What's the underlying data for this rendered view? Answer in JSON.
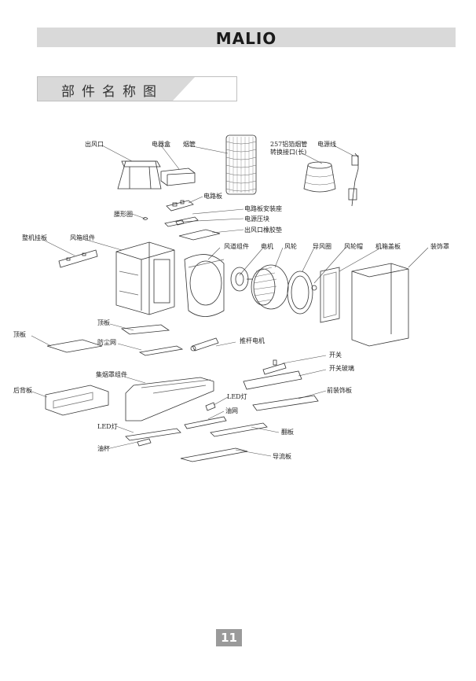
{
  "header": {
    "brand": "MALIO"
  },
  "section": {
    "title": "部件名称图"
  },
  "parts": {
    "air_outlet": "出风口",
    "electrical_box": "电器盒",
    "chimney": "烟管",
    "aluminum_duct": "257铝箔烟管",
    "adapter": "转换接口(长)",
    "power_cord": "电源线",
    "circuit_board": "电路板",
    "board_mount": "电路板安装座",
    "power_clamp": "电源压块",
    "outlet_gasket": "出风口橡胶垫",
    "shaped_ring": "腰形圈",
    "rear_hanging_plate": "整机挂板",
    "fan_housing_assembly": "风箱组件",
    "duct_assembly": "风道组件",
    "motor": "电机",
    "impeller": "风轮",
    "air_guide_ring": "导风圈",
    "impeller_cap": "风轮帽",
    "housing_cover": "机箱盖板",
    "decorative_cover": "装饰罩",
    "top_plate": "顶板",
    "top_board": "顶板",
    "guard_net": "防尘网",
    "push_rod_motor": "推杆电机",
    "switch": "开关",
    "switch_glass": "开关玻璃",
    "smoke_collector_assembly": "集烟罩组件",
    "led_light_upper": "LED灯",
    "front_trim_plate": "前装饰板",
    "rear_back_plate": "后背板",
    "oil_filter": "油网",
    "led_light_lower": "LED灯",
    "baffle_plate": "翻板",
    "oil_cup": "油杯",
    "guide_plate": "导流板"
  },
  "page": {
    "number": "11"
  }
}
